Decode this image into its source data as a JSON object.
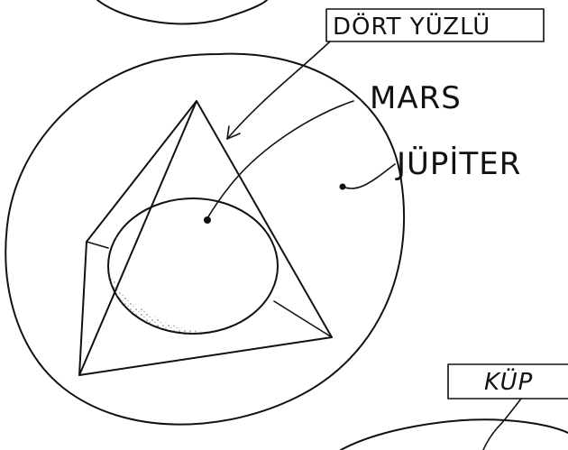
{
  "diagram": {
    "labels": {
      "tetrahedron": "DÖRT YÜZLÜ",
      "mars": "MARS",
      "jupiter": "JÜPİTER",
      "cube": "KÜP"
    },
    "ink_color": "#111111",
    "background": "#ffffff"
  }
}
